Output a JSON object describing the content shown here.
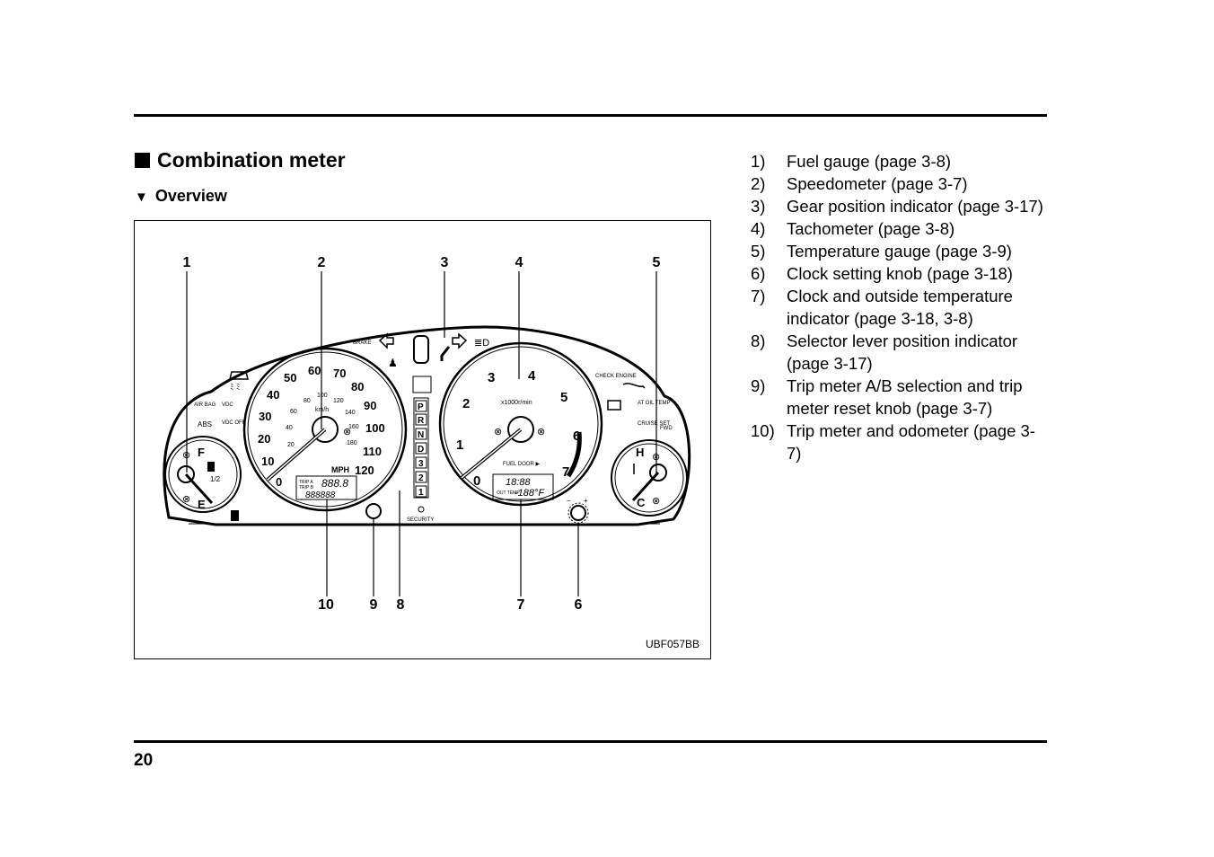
{
  "page": {
    "number": "20"
  },
  "section": {
    "title": "Combination meter",
    "subtitle": "Overview"
  },
  "figure": {
    "code": "UBF057BB",
    "callouts": [
      "1",
      "2",
      "3",
      "4",
      "5",
      "6",
      "7",
      "8",
      "9",
      "10"
    ],
    "gauge_labels": {
      "fuel_full": "F",
      "fuel_empty": "E",
      "fuel_half": "1/2",
      "temp_hot": "H",
      "temp_cold": "C",
      "speed_unit": "MPH",
      "speed_unit_small": "km/h",
      "tach_unit": "x1000r/min",
      "fuel_door": "FUEL DOOR ▶",
      "security": "SECURITY",
      "clock_minus": "−",
      "clock_plus": "+",
      "mph_ticks": [
        "0",
        "10",
        "20",
        "30",
        "40",
        "50",
        "60",
        "70",
        "80",
        "90",
        "100",
        "110",
        "120"
      ],
      "kmh_ticks": [
        "20",
        "40",
        "60",
        "80",
        "100",
        "120",
        "140",
        "160",
        "180"
      ],
      "rpm_ticks": [
        "0",
        "1",
        "2",
        "3",
        "4",
        "5",
        "6",
        "7"
      ],
      "gears": [
        "P",
        "R",
        "N",
        "D",
        "3",
        "2",
        "1"
      ],
      "warning_labels": {
        "brake": "BRAKE",
        "air_bag": "AIR BAG",
        "vdc": "VDC",
        "abs": "ABS",
        "vdc_off": "VDC OFF",
        "check_engine": "CHECK ENGINE",
        "at_oil_temp": "AT OIL TEMP",
        "cruise_set": "CRUISE SET",
        "fwd": "FWD"
      },
      "trip_display": {
        "trip_a": "TRIP A",
        "trip_b": "TRIP B",
        "trip_value": "888.8",
        "odo_value": "888888"
      },
      "clock_display": {
        "time": "18:88",
        "out_temp_label": "OUT TEMP",
        "temp_value": "-188°F"
      }
    }
  },
  "legend": [
    {
      "num": "1)",
      "text": "Fuel gauge (page 3-8)"
    },
    {
      "num": "2)",
      "text": "Speedometer (page 3-7)"
    },
    {
      "num": "3)",
      "text": "Gear position indicator (page 3-17)"
    },
    {
      "num": "4)",
      "text": "Tachometer (page 3-8)"
    },
    {
      "num": "5)",
      "text": "Temperature gauge (page 3-9)"
    },
    {
      "num": "6)",
      "text": "Clock setting knob (page 3-18)"
    },
    {
      "num": "7)",
      "text": "Clock and outside temperature indicator (page 3-18, 3-8)"
    },
    {
      "num": "8)",
      "text": "Selector lever position indicator (page 3-17)"
    },
    {
      "num": "9)",
      "text": "Trip meter A/B selection and trip meter reset knob (page 3-7)"
    },
    {
      "num": "10)",
      "text": "Trip meter and odometer (page 3-7)"
    }
  ]
}
